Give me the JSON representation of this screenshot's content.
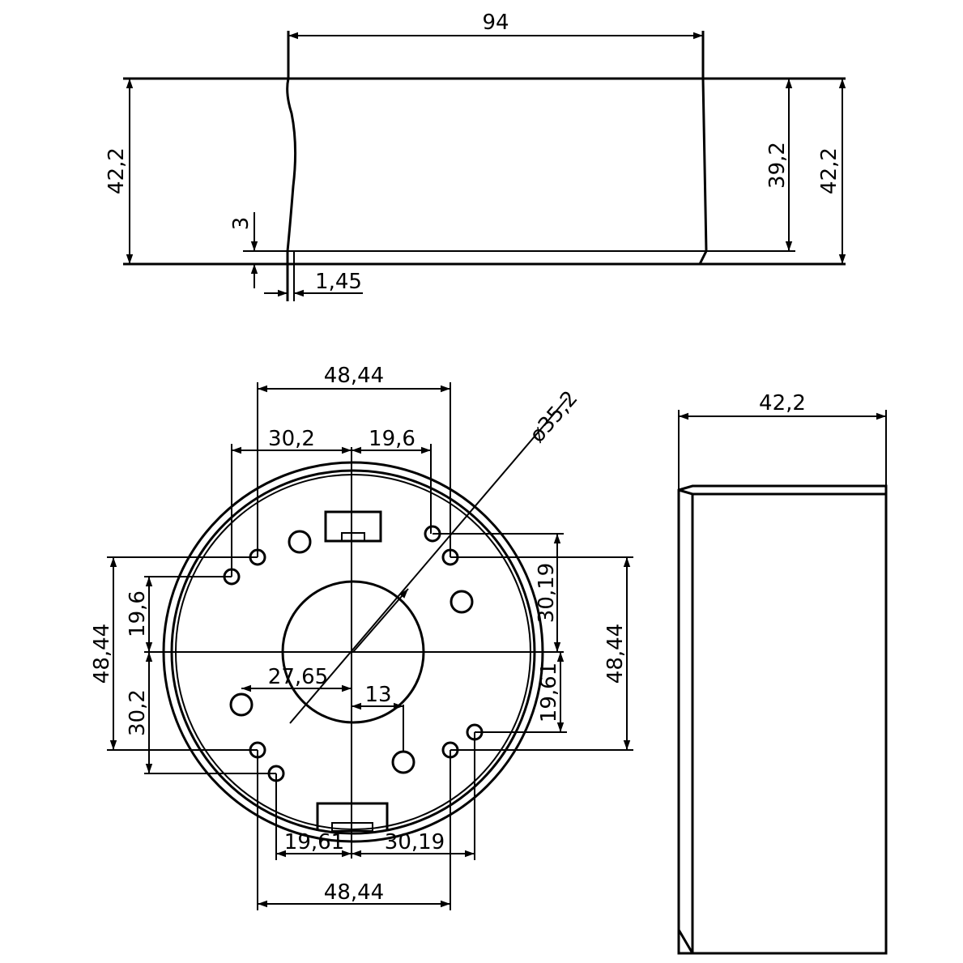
{
  "side_view": {
    "width_label": "94",
    "height_left_label": "42,2",
    "height_inner_label": "39,2",
    "height_right_label": "42,2",
    "bottom_thickness_label": "3",
    "wall_thickness_label": "1,45"
  },
  "plan_view": {
    "top_span_label": "48,44",
    "top_left_offset_label": "30,2",
    "top_right_offset_label": "19,6",
    "diameter_label": "ø35,2",
    "right_upper_label": "30,19",
    "right_span_label": "48,44",
    "right_lower_label": "19,61",
    "left_span_label": "48,44",
    "left_upper_label": "19,6",
    "left_lower_label": "30,2",
    "hole_offset_label": "27,65",
    "center_hole_label": "13",
    "bottom_left_offset_label": "19,61",
    "bottom_right_offset_label": "30,19",
    "bottom_span_label": "48,44"
  },
  "end_view": {
    "depth_label": "42,2"
  }
}
